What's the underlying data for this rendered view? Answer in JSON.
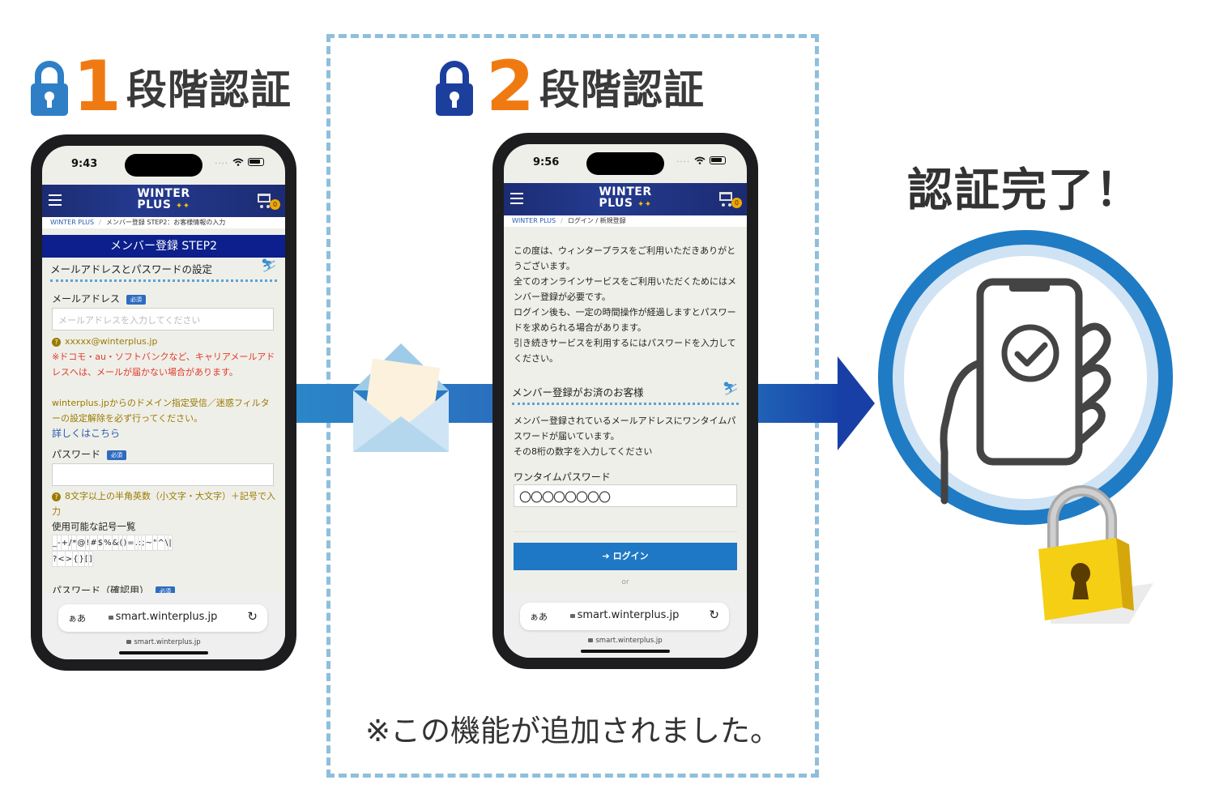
{
  "colors": {
    "lock_light": "#2f7fc7",
    "lock_dark": "#1c3f9e",
    "num1": "#f07a12",
    "num2": "#f07a12",
    "brand_navy": "#0c1f8c",
    "required_blue": "#2d6cc0",
    "warn_red": "#e03a2a",
    "note_gold": "#9a7a00",
    "link_blue": "#2a5db0",
    "login_blue": "#1f78c5",
    "circle_blue": "#1f7bc4",
    "padlock_yellow": "#f4cf14"
  },
  "steps": {
    "one": {
      "number": "1",
      "label": "段階認証",
      "icon": "padlock-icon"
    },
    "two": {
      "number": "2",
      "label": "段階認証",
      "icon": "padlock-icon"
    }
  },
  "footnote": "※この機能が追加されました。",
  "complete_label": "認証完了！",
  "phone1": {
    "time": "9:43",
    "status_dots": "....",
    "logo_line1": "WINTER",
    "logo_line2": "PLUS",
    "cart_count": "0",
    "breadcrumb_home": "WINTER PLUS",
    "breadcrumb_sep": "/",
    "breadcrumb_current": "メンバー登録 STEP2：お客様情報の入力",
    "page_title": "メンバー登録 STEP2",
    "section_title": "メールアドレスとパスワードの設定",
    "email_label": "メールアドレス",
    "required": "必須",
    "email_placeholder": "メールアドレスを入力してください",
    "email_example": "xxxxx@winterplus.jp",
    "warning": "※ドコモ・au・ソフトバンクなど、キャリアメールアドレスへは、メールが届かない場合があります。",
    "domain_note": "winterplus.jpからのドメイン指定受信／迷惑フィルターの設定解除を必ず行ってください。",
    "details_link": "詳しくはこちら",
    "password_label": "パスワード",
    "password_hint": "8文字以上の半角英数（小文字・大文字）＋記号で入力",
    "symbols_heading": "使用可能な記号一覧",
    "symbols_row1": [
      "_",
      "-",
      "+",
      "/",
      "*",
      "@",
      "!",
      "#",
      "$",
      "%",
      "&",
      "(",
      ")",
      "=",
      ".",
      ":",
      ";",
      "~",
      "\"",
      "^",
      "\\",
      "|"
    ],
    "symbols_row2": [
      "?",
      "<",
      ">",
      "{",
      "}",
      "[",
      "]"
    ],
    "password_confirm_label": "パスワード（確認用）",
    "url_aa": "ぁあ",
    "url": "smart.winterplus.jp",
    "bottom_url": "smart.winterplus.jp"
  },
  "phone2": {
    "time": "9:56",
    "status_dots": "....",
    "logo_line1": "WINTER",
    "logo_line2": "PLUS",
    "cart_count": "0",
    "breadcrumb_home": "WINTER PLUS",
    "breadcrumb_sep": "/",
    "breadcrumb_current": "ログイン / 新規登録",
    "intro_1": "この度は、ウィンタープラスをご利用いただきありがとうございます。",
    "intro_2": "全てのオンラインサービスをご利用いただくためにはメンバー登録が必要です。",
    "intro_3": "ログイン後も、一定の時間操作が経過しますとパスワードを求められる場合があります。",
    "intro_4": "引き続きサービスを利用するにはパスワードを入力してください。",
    "section_title": "メンバー登録がお済のお客様",
    "otp_intro_1": "メンバー登録されているメールアドレスにワンタイムパスワードが届いています。",
    "otp_intro_2": "その8桁の数字を入力してください",
    "otp_label": "ワンタイムパスワード",
    "otp_value": "〇〇〇〇〇〇〇〇",
    "login_button": "ログイン",
    "or_text": "or",
    "url_aa": "ぁあ",
    "url": "smart.winterplus.jp",
    "bottom_url": "smart.winterplus.jp"
  }
}
